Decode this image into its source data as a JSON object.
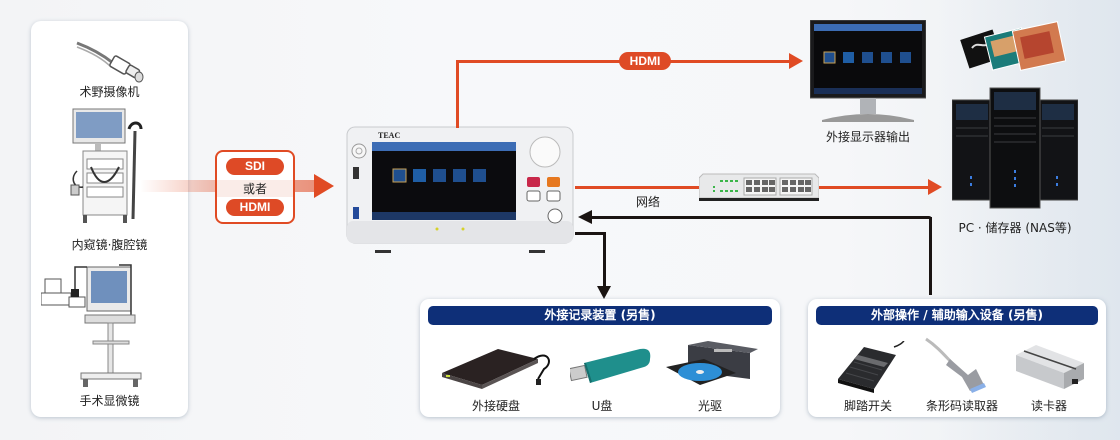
{
  "colors": {
    "accent_red": "#e04b24",
    "pill_red": "#de4a26",
    "navy": "#0e2f78",
    "arrow_black": "#1a1412"
  },
  "inputs": {
    "items": [
      {
        "label": "术野摄像机",
        "icon": "surgical-camera-icon"
      },
      {
        "label": "内窥镜·腹腔镜",
        "icon": "endoscope-tower-icon"
      },
      {
        "label": "手术显微镜",
        "icon": "surgical-microscope-icon"
      }
    ]
  },
  "input_signal": {
    "top": "SDI",
    "middle": "或者",
    "bottom": "HDMI"
  },
  "recorder": {
    "brand": "TEAC",
    "icon": "medical-recorder-icon"
  },
  "hdmi_output": {
    "pill": "HDMI",
    "label": "外接显示器输出",
    "icon": "monitor-icon"
  },
  "network": {
    "label": "网络",
    "switch_icon": "network-switch-icon"
  },
  "storage": {
    "label": "PC · 储存器 (NAS等)",
    "icon": "server-icon"
  },
  "external_recording": {
    "title": "外接记录装置 (另售)",
    "items": [
      {
        "label": "外接硬盘",
        "icon": "external-hdd-icon"
      },
      {
        "label": "U盘",
        "icon": "usb-drive-icon"
      },
      {
        "label": "光驱",
        "icon": "optical-drive-icon"
      }
    ]
  },
  "external_input": {
    "title": "外部操作 / 辅助输入设备 (另售)",
    "items": [
      {
        "label": "脚踏开关",
        "icon": "foot-switch-icon"
      },
      {
        "label": "条形码读取器",
        "icon": "barcode-reader-icon"
      },
      {
        "label": "读卡器",
        "icon": "card-reader-icon"
      }
    ]
  }
}
